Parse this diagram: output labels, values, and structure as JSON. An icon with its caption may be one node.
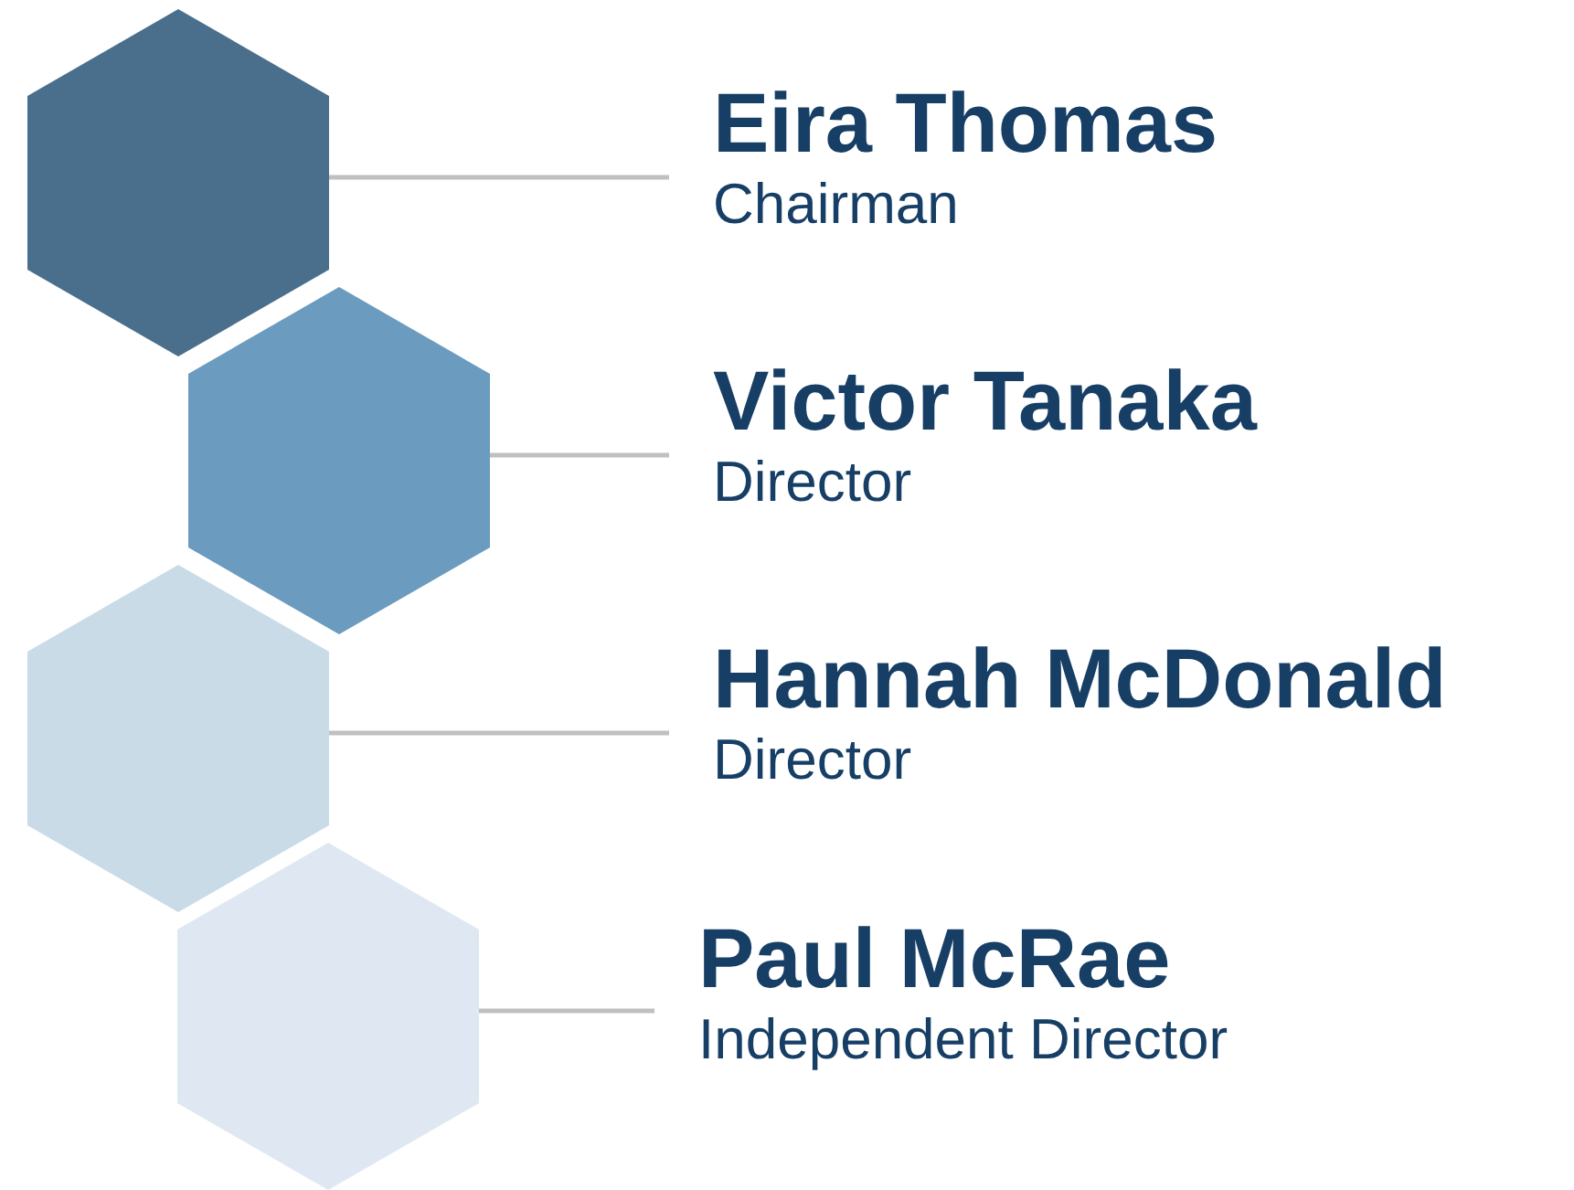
{
  "diagram": {
    "nodes": [
      {
        "text": [],
        "shape": "hexagon"
      },
      {
        "text": [
          "Eira Thomas",
          "Chairman"
        ]
      },
      {
        "text": [],
        "shape": "hexagon"
      },
      {
        "text": [
          "Victor Tanaka",
          "Director"
        ]
      },
      {
        "text": [],
        "shape": "hexagon"
      },
      {
        "text": [
          "Hannah McDonald",
          "Director"
        ]
      },
      {
        "text": [],
        "shape": "hexagon"
      },
      {
        "text": [
          "Paul McRae",
          "Independent Director"
        ]
      }
    ],
    "edges": [
      {
        "from": 1,
        "to": 0,
        "arrow": "none"
      },
      {
        "from": 3,
        "to": 2,
        "arrow": "none"
      },
      {
        "from": 5,
        "to": 4,
        "arrow": "none"
      },
      {
        "from": 7,
        "to": 6,
        "arrow": "none"
      }
    ]
  }
}
